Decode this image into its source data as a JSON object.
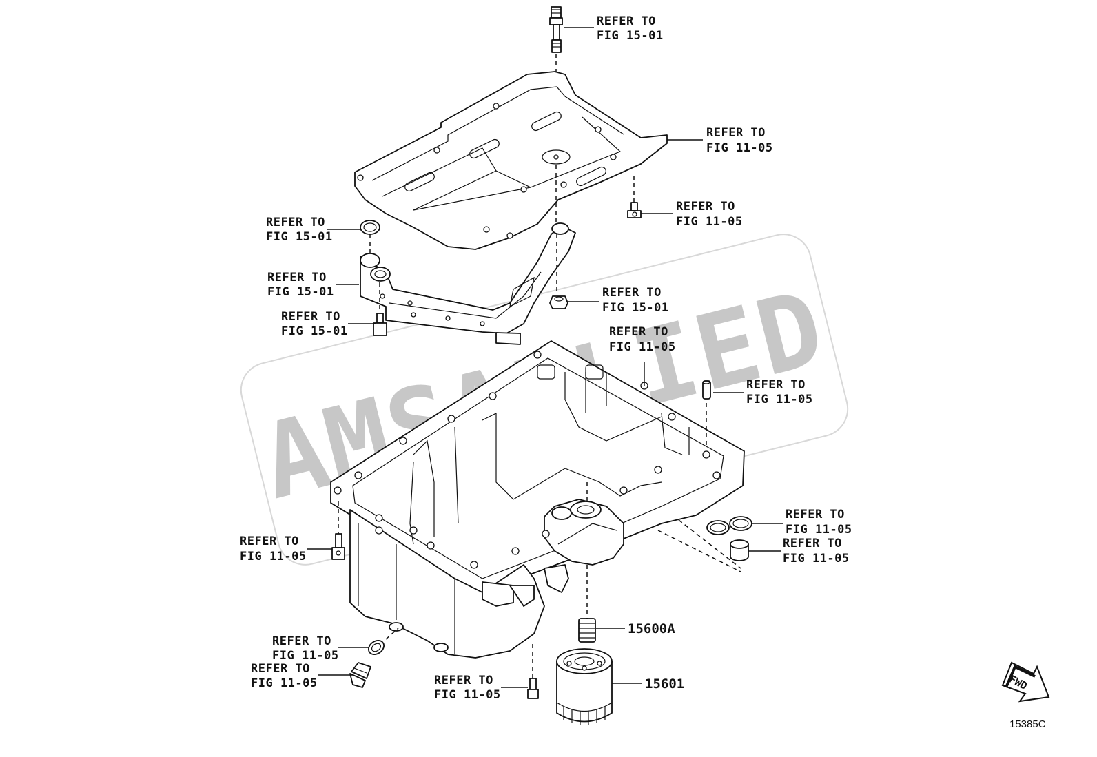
{
  "watermark": "AMSALLIED",
  "drawing_number": "15385C",
  "fwd_label": "FWD",
  "callouts": [
    {
      "line1": "REFER TO",
      "line2": "FIG 15-01"
    },
    {
      "line1": "REFER TO",
      "line2": "FIG 11-05"
    },
    {
      "line1": "REFER TO",
      "line2": "FIG 11-05"
    },
    {
      "line1": "REFER TO",
      "line2": "FIG 15-01"
    },
    {
      "line1": "REFER TO",
      "line2": "FIG 15-01"
    },
    {
      "line1": "REFER TO",
      "line2": "FIG 15-01"
    },
    {
      "line1": "REFER TO",
      "line2": "FIG 15-01"
    },
    {
      "line1": "REFER TO",
      "line2": "FIG 11-05"
    },
    {
      "line1": "REFER TO",
      "line2": "FIG 11-05"
    },
    {
      "line1": "REFER TO",
      "line2": "FIG 11-05"
    },
    {
      "line1": "REFER TO",
      "line2": "FIG 11-05"
    },
    {
      "line1": "REFER TO",
      "line2": "FIG 11-05"
    },
    {
      "line1": "REFER TO",
      "line2": "FIG 11-05"
    },
    {
      "line1": "REFER TO",
      "line2": "FIG 11-05"
    },
    {
      "line1": "REFER TO",
      "line2": "FIG 11-05"
    }
  ],
  "part_numbers": {
    "oil_drain_plug_part": "15600A",
    "oil_filter_part": "15601"
  }
}
